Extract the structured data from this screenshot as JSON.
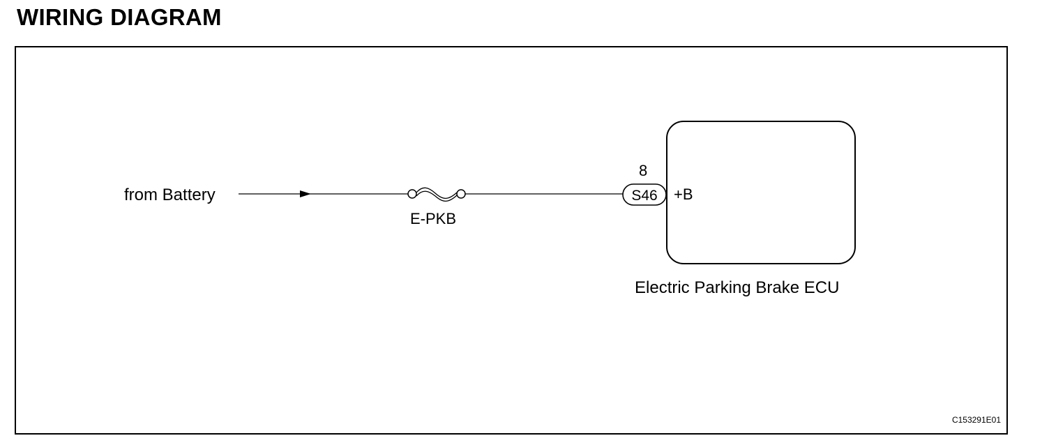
{
  "page": {
    "title": "WIRING DIAGRAM"
  },
  "diagram": {
    "source_label": "from Battery",
    "fuse_name": "E-PKB",
    "pin_number": "8",
    "connector_code": "S46",
    "terminal_name": "+B",
    "ecu_name": "Electric Parking Brake ECU",
    "figure_code": "C153291E01"
  }
}
